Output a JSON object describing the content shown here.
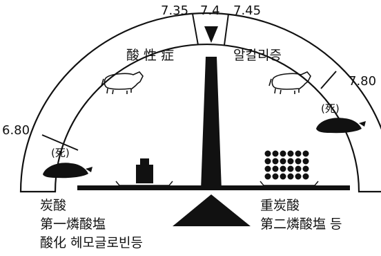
{
  "scale_ticks": {
    "t680": "6.80",
    "t735": "7.35",
    "t740": "7.4",
    "t745": "7.45",
    "t780": "7.80"
  },
  "zones": {
    "acidosis": "酸 性 症",
    "alkalosis": "알칼리증"
  },
  "death_labels": {
    "left": "(死)",
    "right": "(死)"
  },
  "buffers": {
    "acid_side": [
      "炭酸",
      "第一燐酸塩",
      "酸化 헤모글로빈등"
    ],
    "base_side": [
      "重炭酸",
      "第二燐酸塩 등"
    ]
  }
}
